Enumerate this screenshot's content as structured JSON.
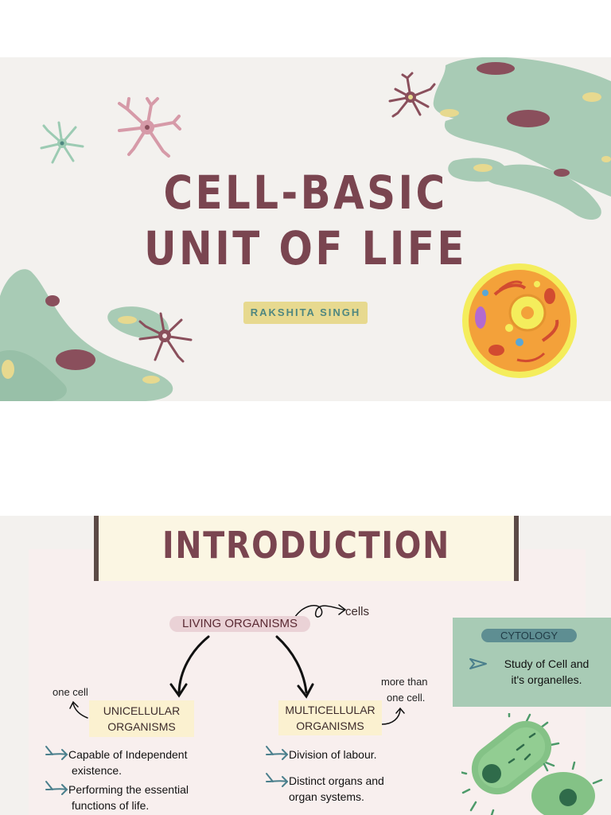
{
  "slide1": {
    "title_line1": "CELL-BASIC",
    "title_line2": "UNIT OF LIFE",
    "author": "RAKSHITA SINGH"
  },
  "slide2": {
    "title": "INTRODUCTION",
    "living_organisms": "LIVING ORGANISMS",
    "cells_note": "cells",
    "one_cell_note": "one cell",
    "more_than_note_line1": "more than",
    "more_than_note_line2": "one cell.",
    "unicellular": {
      "line1": "UNICELLULAR",
      "line2": "ORGANISMS"
    },
    "multicellular": {
      "line1": "MULTICELLULAR",
      "line2": "ORGANISMS"
    },
    "uni_points": [
      {
        "line1": "Capable of Independent",
        "line2": "existence."
      },
      {
        "line1": "Performing the essential",
        "line2": "functions of life."
      }
    ],
    "multi_points": [
      {
        "line1": "Division of labour.",
        "line2": ""
      },
      {
        "line1": "Distinct organs and",
        "line2": "organ systems."
      }
    ],
    "cytology": {
      "label": "CYTOLOGY",
      "desc_line1": "Study of Cell and",
      "desc_line2": "it's organelles."
    }
  },
  "colors": {
    "title": "#7a4550",
    "background": "#f3f1ee",
    "accent_green": "#a8cbb5",
    "accent_yellow": "#e7d98f",
    "pink_pill": "#ead2d6"
  }
}
